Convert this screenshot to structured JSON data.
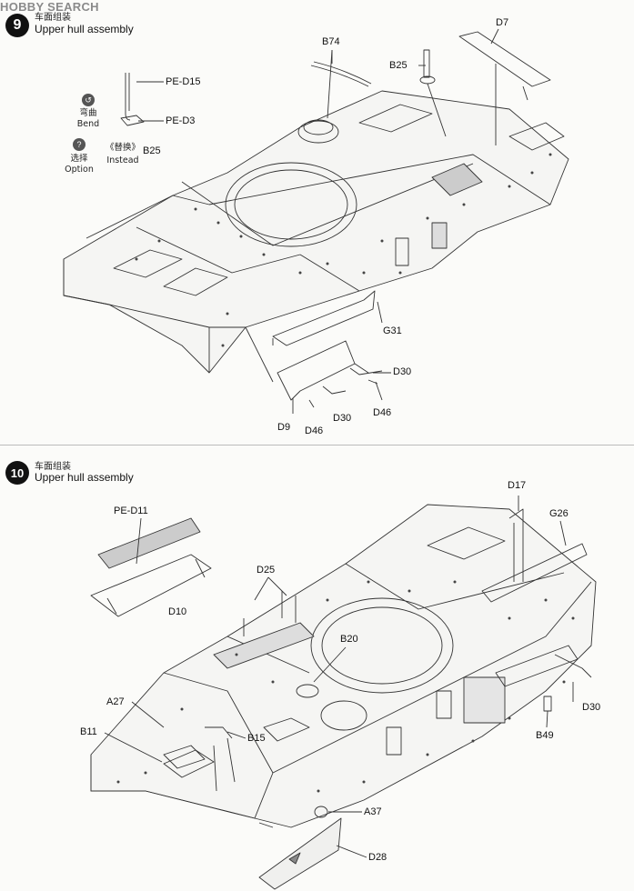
{
  "watermark": "HOBBY SEARCH",
  "step9": {
    "number": "9",
    "title_cn": "车面组装",
    "title_en": "Upper hull assembly",
    "legend": {
      "bend_cn": "弯曲",
      "bend_en": "Bend",
      "option_cn": "选择",
      "option_en": "Option",
      "instead_cn": "《替换》",
      "instead_en": "Instead",
      "instead_part": "B25"
    },
    "labels": {
      "pe_d15": "PE-D15",
      "pe_d3": "PE-D3",
      "b74": "B74",
      "b25": "B25",
      "d7": "D7",
      "g31": "G31",
      "d30a": "D30",
      "d30b": "D30",
      "d46a": "D46",
      "d46b": "D46",
      "d9": "D9"
    }
  },
  "step10": {
    "number": "10",
    "title_cn": "车面组装",
    "title_en": "Upper hull assembly",
    "labels": {
      "pe_d11": "PE-D11",
      "d10": "D10",
      "d25": "D25",
      "d17": "D17",
      "g26": "G26",
      "b20": "B20",
      "a27": "A27",
      "b11": "B11",
      "b15": "B15",
      "d30": "D30",
      "b49": "B49",
      "a37": "A37",
      "d28": "D28"
    }
  }
}
